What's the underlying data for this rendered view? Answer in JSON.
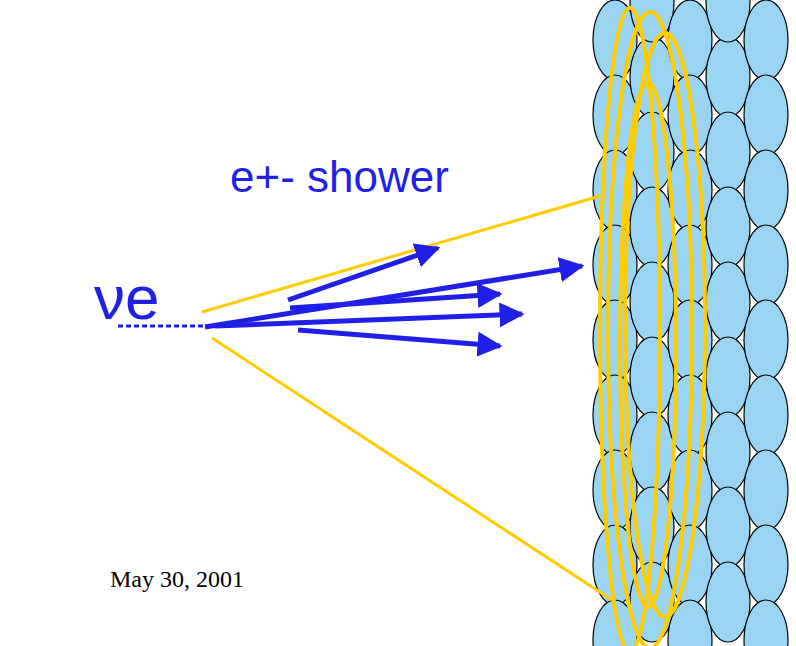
{
  "diagram": {
    "labels": [
      "νe",
      "e+- shower",
      "May 30, 2001"
    ]
  }
}
